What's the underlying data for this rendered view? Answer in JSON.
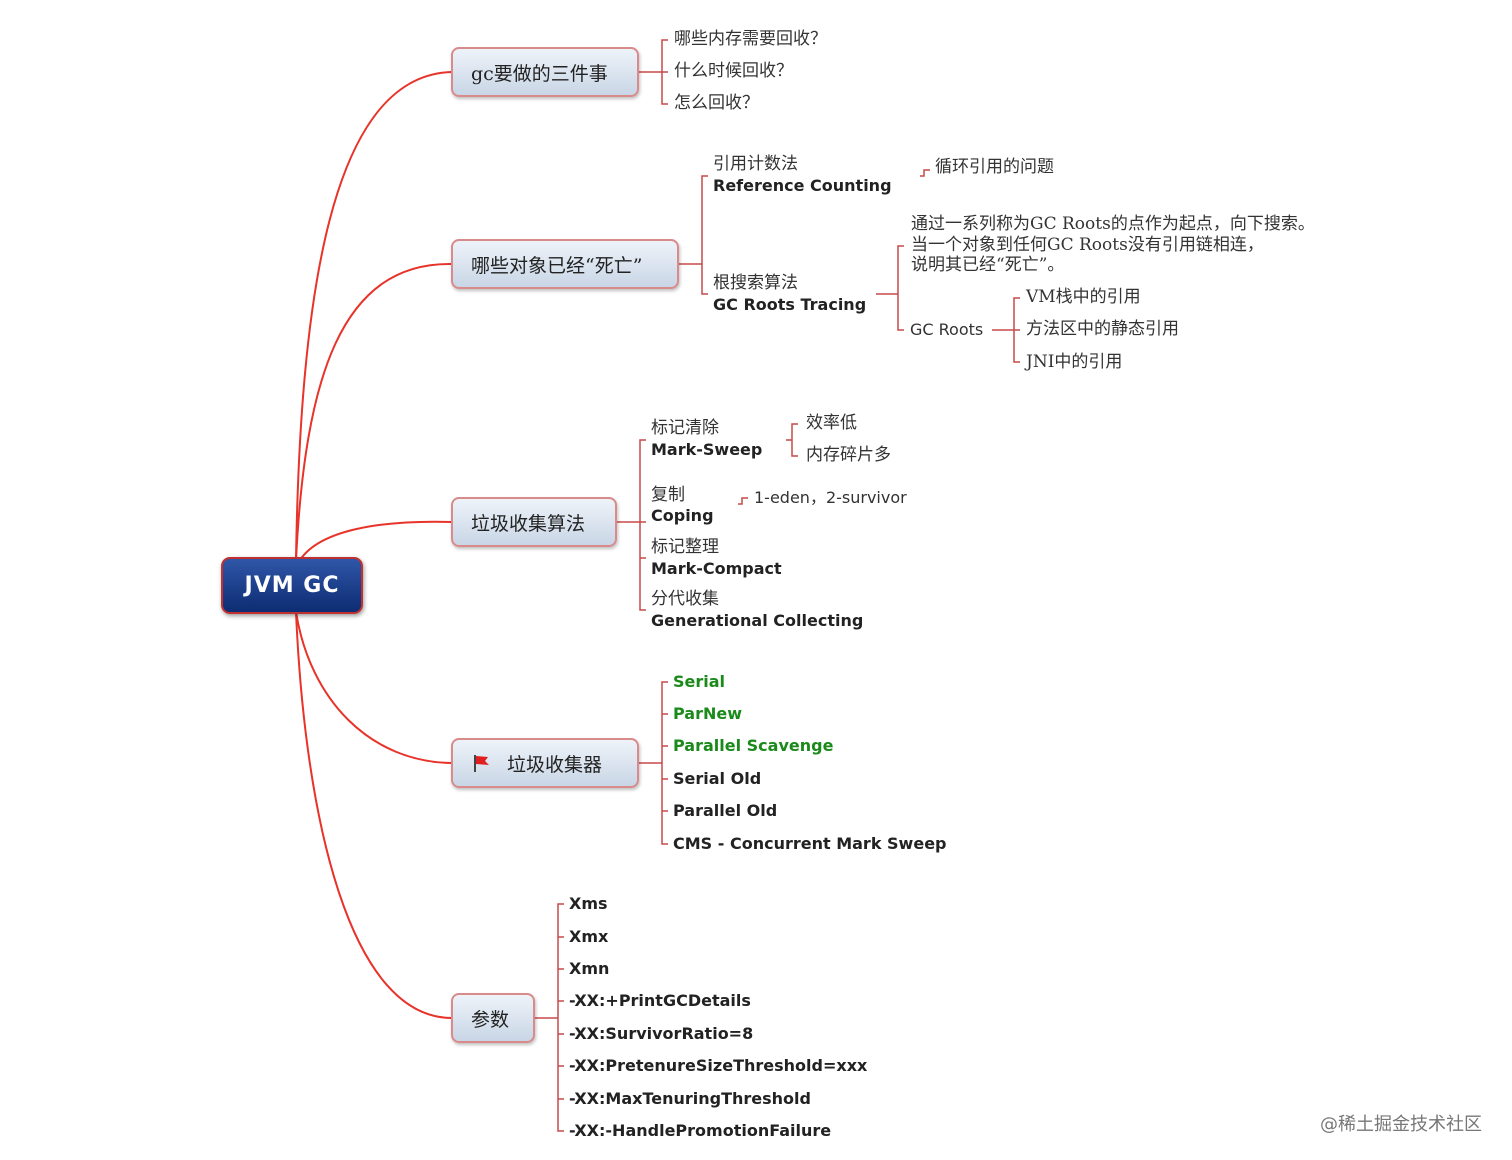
{
  "root": {
    "label": "JVM GC"
  },
  "branches": [
    {
      "label": "gc要做的三件事",
      "items": [
        "哪些内存需要回收？",
        "什么时候回收？",
        "怎么回收？"
      ]
    },
    {
      "label": "哪些对象已经“死亡”",
      "refcount": {
        "zh": "引用计数法",
        "en": "Reference Counting",
        "note": "循环引用的问题"
      },
      "tracing": {
        "zh": "根搜索算法",
        "en": "GC Roots Tracing",
        "desc": [
          "通过一系列称为GC Roots的点作为起点，向下搜索。",
          "当一个对象到任何GC Roots没有引用链相连，",
          "说明其已经“死亡”。"
        ],
        "roots_label": "GC Roots",
        "roots": [
          "VM栈中的引用",
          "方法区中的静态引用",
          "JNI中的引用"
        ]
      }
    },
    {
      "label": "垃圾收集算法",
      "algos": [
        {
          "zh": "标记清除",
          "en": "Mark-Sweep",
          "notes": [
            "效率低",
            "内存碎片多"
          ]
        },
        {
          "zh": "复制",
          "en": "Coping",
          "notes": [
            "1-eden，2-survivor"
          ]
        },
        {
          "zh": "标记整理",
          "en": "Mark-Compact"
        },
        {
          "zh": "分代收集",
          "en": "Generational Collecting"
        }
      ]
    },
    {
      "label": "垃圾收集器",
      "icon": "red-flag-icon",
      "collectors": [
        {
          "name": "Serial",
          "green": true
        },
        {
          "name": "ParNew",
          "green": true
        },
        {
          "name": "Parallel Scavenge",
          "green": true
        },
        {
          "name": "Serial Old",
          "green": false
        },
        {
          "name": "Parallel Old",
          "green": false
        },
        {
          "name": "CMS - Concurrent Mark Sweep",
          "green": false
        }
      ]
    },
    {
      "label": "参数",
      "params": [
        "Xms",
        "Xmx",
        "Xmn",
        "-XX:+PrintGCDetails",
        "-XX:SurvivorRatio=8",
        "-XX:PretenureSizeThreshold=xxx",
        "-XX:MaxTenuringThreshold",
        "-XX:-HandlePromotionFailure"
      ]
    }
  ],
  "watermark": "@稀土掘金技术社区",
  "colors": {
    "link": "#e8332a",
    "bracket": "#c84a4a",
    "green_text": "#1a8a1a",
    "root_fill": "#1e3f8f"
  }
}
